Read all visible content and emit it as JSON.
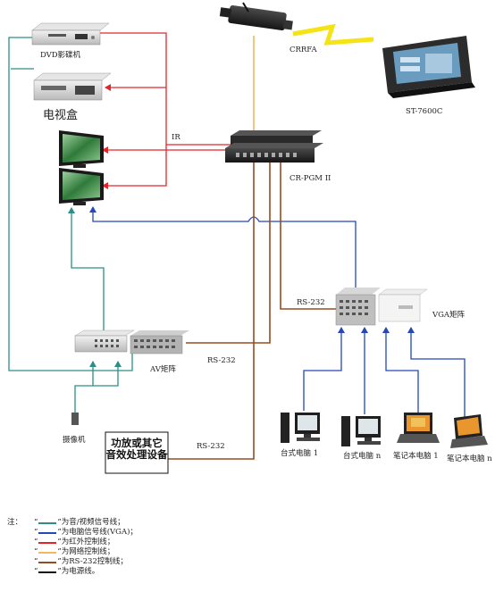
{
  "colors": {
    "av_signal": "#2a8f86",
    "vga_signal": "#2448b8",
    "ir_control": "#e3262b",
    "network_control": "#f4b660",
    "rs232_control": "#9a4a22",
    "power": "#111111",
    "wireless": "#f6e315"
  },
  "devices": {
    "dvd_player": "DVD影碟机",
    "tv_box": "电视盒",
    "wireless_gateway": "CRRFA",
    "touch_panel": "ST-7600C",
    "control_host": "CR-PGM II",
    "vga_matrix": "VGA矩阵",
    "av_matrix": "AV矩阵",
    "camera": "摄像机",
    "amp_device": [
      "功放或其它",
      "音效处理设备"
    ],
    "desktop_1": "台式电脑 1",
    "desktop_n": "台式电脑 n",
    "laptop_1": "笔记本电脑 1",
    "laptop_n": "笔记本电脑 n"
  },
  "links": {
    "ir": "IR",
    "rs232_vga": "RS-232",
    "rs232_av": "RS-232",
    "rs232_amp": "RS-232"
  },
  "legend": {
    "prefix": "注：",
    "items": [
      {
        "line": "av_signal",
        "text": "为音/视频信号线；"
      },
      {
        "line": "vga_signal",
        "text": "为电脑信号线(VGA)；"
      },
      {
        "line": "ir_control",
        "text": "为红外控制线；"
      },
      {
        "line": "network_control",
        "text": "为网络控制线；"
      },
      {
        "line": "rs232_control",
        "text": "为RS-232控制线；"
      },
      {
        "line": "power",
        "text": "为电源线。"
      }
    ]
  }
}
